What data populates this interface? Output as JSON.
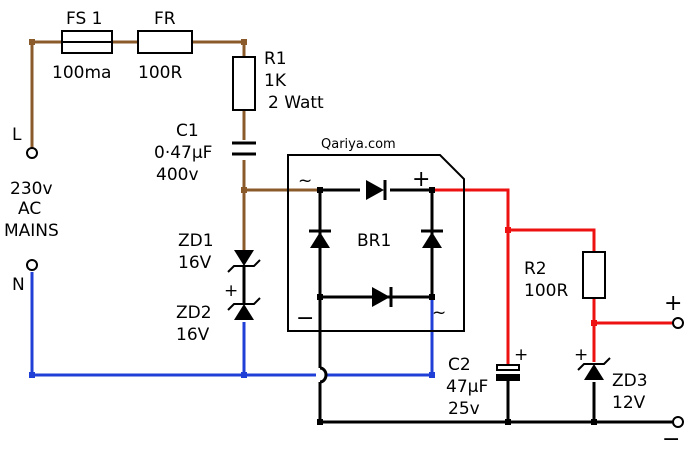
{
  "labels": {
    "fs1": "FS 1",
    "fs1_value": "100ma",
    "fr": "FR",
    "fr_value": "100R",
    "r1": "R1",
    "r1_value": "1K",
    "r1_power": "2 Watt",
    "c1": "C1",
    "c1_value": "0·47µF",
    "c1_voltage": "400v",
    "brand": "Qariya.com",
    "br1": "BR1",
    "ac_symbol": "~",
    "plus": "+",
    "minus": "−",
    "zd1": "ZD1",
    "zd1_value": "16V",
    "zd2": "ZD2",
    "zd2_value": "16V",
    "l": "L",
    "n": "N",
    "mains_1": "230v",
    "mains_2": "AC",
    "mains_3": "MAINS",
    "r2": "R2",
    "r2_value": "100R",
    "c2": "C2",
    "c2_value": "47µF",
    "c2_voltage": "25v",
    "zd3": "ZD3",
    "zd3_value": "12V"
  },
  "colors": {
    "live_wire": "#8B5A2B",
    "neutral_wire": "#1f3fd6",
    "positive_wire": "#ee1111",
    "component": "#000000"
  }
}
